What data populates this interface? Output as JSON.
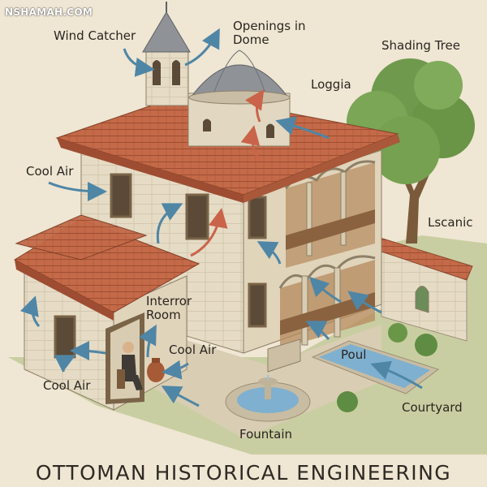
{
  "watermark": "NSHAMAH.COM",
  "title": "OTTOMAN HISTORICAL ENGINEERING",
  "labels": {
    "wind_catcher": "Wind Catcher",
    "openings_line1": "Openings in",
    "openings_line2": "Dome",
    "shading_tree": "Shading Tree",
    "loggia": "Loggia",
    "cool_air_left": "Cool Air",
    "lscanic": "Lscanic",
    "interior_line1": "Interror",
    "interior_line2": "Room",
    "cool_air_room": "Cool Air",
    "cool_air_bottom": "Cool Air",
    "poul": "Poul",
    "courtyard": "Courtyard",
    "fountain": "Fountain"
  },
  "colors": {
    "background": "#efe6d3",
    "roof_tile": "#c46a48",
    "stone_wall": "#e6dcc6",
    "dome": "#8f9398",
    "cool_air_arrow": "#4f86a6",
    "warm_air_arrow": "#c9644a",
    "tree": "#6f9a4d",
    "water": "#7fb0cf"
  }
}
